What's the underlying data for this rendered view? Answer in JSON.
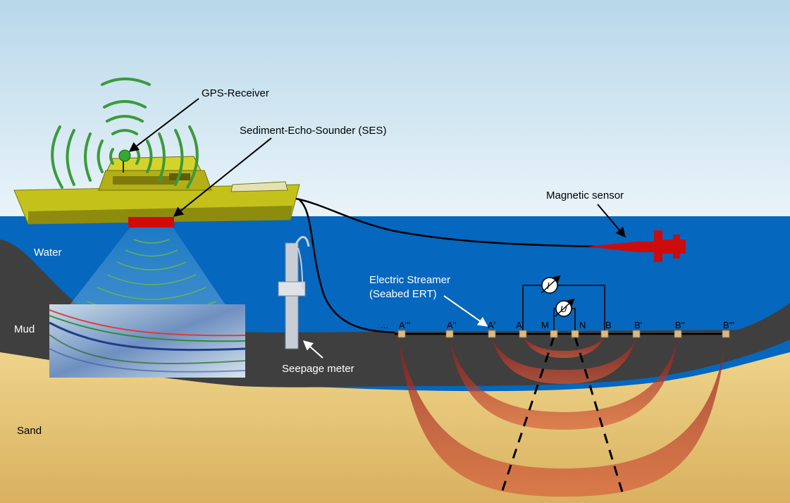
{
  "labels": {
    "gps_receiver": "GPS-Receiver",
    "ses": "Sediment-Echo-Sounder (SES)",
    "magnetic_sensor": "Magnetic sensor",
    "water": "Water",
    "mud": "Mud",
    "sand": "Sand",
    "electric_streamer_line1": "Electric Streamer",
    "electric_streamer_line2": "(Seabed ERT)",
    "seepage_meter": "Seepage meter"
  },
  "electrodes": {
    "dots": "...",
    "a3": "A'''",
    "a2": "A''",
    "a1": "A'",
    "a": "A",
    "m": "M",
    "n": "N",
    "b": "B",
    "b1": "B'",
    "b2": "B''",
    "b3": "B'''"
  },
  "meters": {
    "current": "I",
    "voltage": "U"
  },
  "colors": {
    "sky_top": "#c6e1ee",
    "water": "#0567be",
    "mud": "#3f3f3f",
    "sand": "#e8c877",
    "boat": "#c4c21a",
    "ses_red": "#d20a0a",
    "sensor_red": "#cc0c0c",
    "gps_arc": "#3b9a3b",
    "electrode": "#d9b982",
    "ert_arc": "#c0392b"
  }
}
